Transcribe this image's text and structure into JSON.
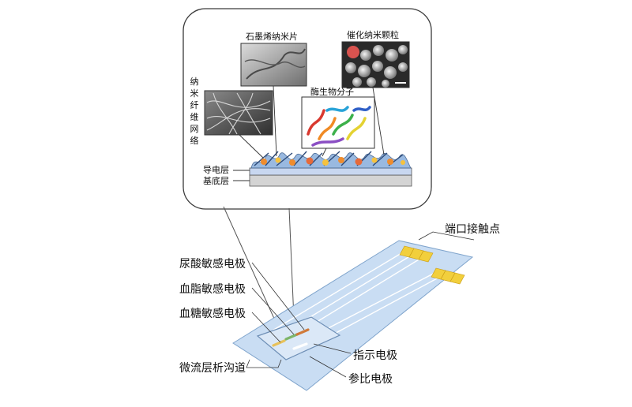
{
  "labels": {
    "graphene_nanosheet": "石墨烯纳米片",
    "catalytic_nanoparticle": "催化纳米颗粒",
    "nanofiber_network": "纳米纤维网络",
    "enzyme_molecule": "酶生物分子",
    "conductive_layer": "导电层",
    "substrate_layer": "基底层",
    "port_contacts": "端口接触点",
    "uric_acid_electrode": "尿酸敏感电极",
    "blood_lipid_electrode": "血脂敏感电极",
    "blood_glucose_electrode": "血糖敏感电极",
    "microfluidic_channel": "微流层析沟道",
    "indicator_electrode": "指示电极",
    "reference_electrode": "参比电极"
  },
  "colors": {
    "strip_fill": "#c9ddf3",
    "strip_edge": "#7fa4cc",
    "contact_pad": "#f2cf3c",
    "conductive_layer": "#c8d7f0",
    "substrate_layer": "#d4d4d4",
    "uric_electrode": "#d07a3a",
    "lipid_electrode": "#7db56a",
    "glucose_electrode": "#e8c25c"
  }
}
